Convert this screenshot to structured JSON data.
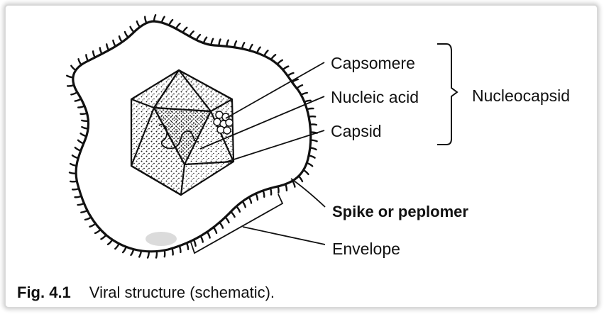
{
  "labels": {
    "capsomere": "Capsomere",
    "nucleic_acid": "Nucleic acid",
    "capsid": "Capsid",
    "nucleocapsid": "Nucleocapsid",
    "spike": "Spike or peplomer",
    "envelope": "Envelope"
  },
  "caption": {
    "number": "Fig. 4.1",
    "text": "Viral structure (schematic)."
  },
  "colors": {
    "ink": "#111111",
    "frame": "#d9d9d9"
  }
}
